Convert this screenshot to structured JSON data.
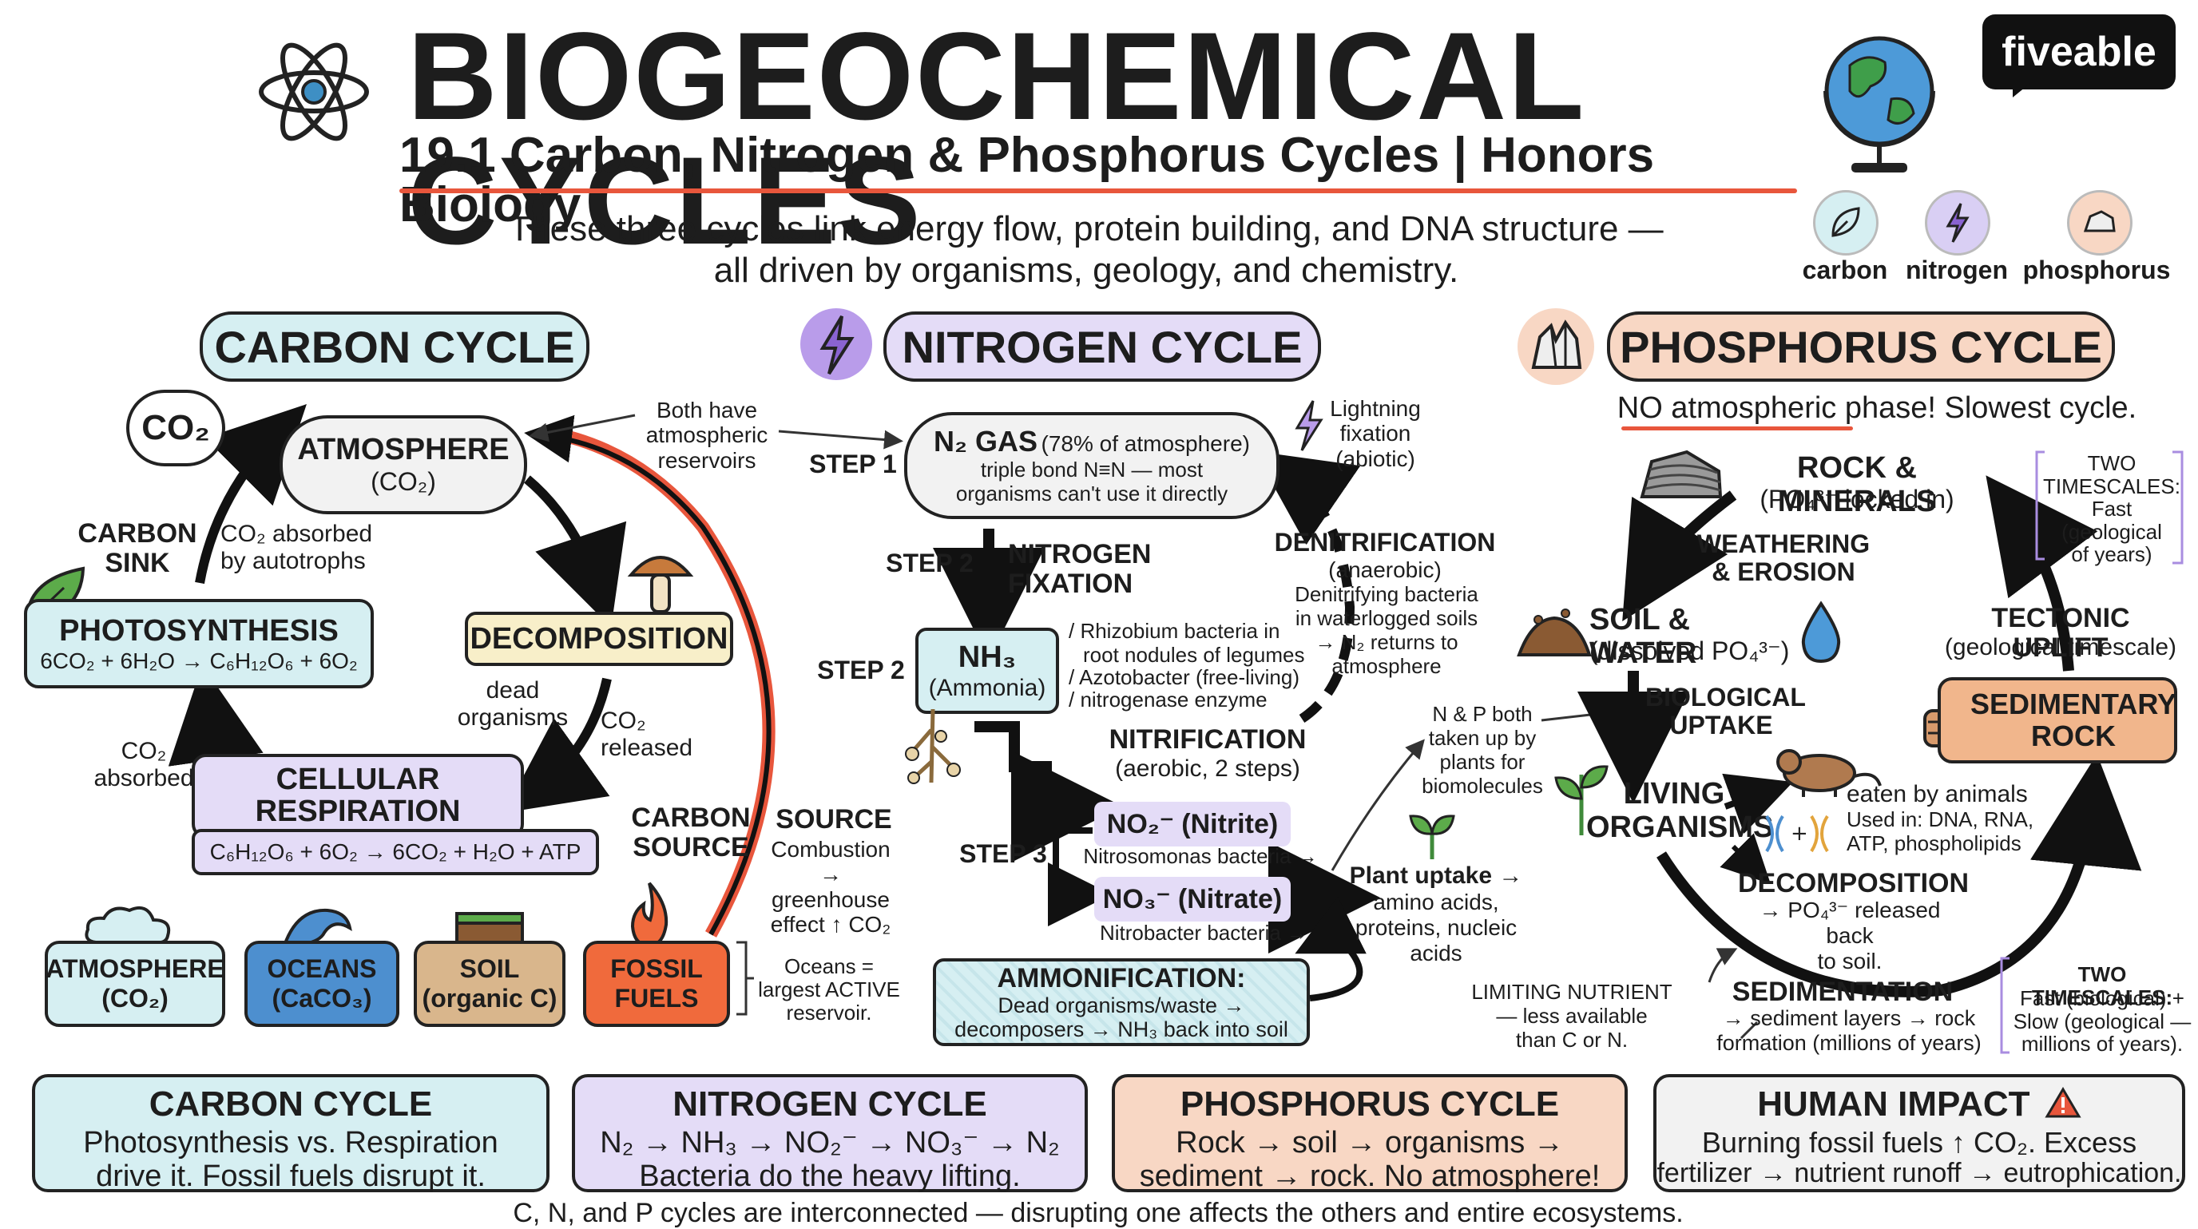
{
  "header": {
    "title": "BIOGEOCHEMICAL CYCLES",
    "subtitle": "19.1 Carbon, Nitrogen & Phosphorus Cycles | Honors Biology",
    "intro_line1": "These three cycles link energy flow, protein building, and DNA structure —",
    "intro_line2": "all driven by organisms, geology, and chemistry.",
    "brand": "fiveable"
  },
  "legend": {
    "carbon": "carbon",
    "nitrogen": "nitrogen",
    "phosphorus": "phosphorus"
  },
  "colors": {
    "carbon": "#d6eff2",
    "nitrogen": "#e4dcf7",
    "phosphorus": "#f8d7c4",
    "sediment": "#f1b68c",
    "soil": "#d9b68c",
    "oceans": "#4d8fcf",
    "fossil": "#f06a3c",
    "accent_red": "#e8563c",
    "decomp_yellow": "#f8efc9"
  },
  "carbon": {
    "title": "CARBON CYCLE",
    "co2_bubble": "CO₂",
    "atmosphere": "ATMOSPHERE",
    "atmosphere_sub": "(CO₂)",
    "carbon_sink": "CARBON\nSINK",
    "co2_absorbed_autotrophs": "CO₂ absorbed\nby autotrophs",
    "photosynthesis": "PHOTOSYNTHESIS",
    "photosynthesis_eq": "6CO₂ + 6H₂O → C₆H₁₂O₆ + 6O₂",
    "decomposition": "DECOMPOSITION",
    "dead_organisms": "dead\norganisms",
    "co2_released": "CO₂\nreleased",
    "co2_absorbed": "CO₂\nabsorbed",
    "respiration": "CELLULAR\nRESPIRATION",
    "respiration_eq": "C₆H₁₂O₆ + 6O₂ → 6CO₂ + H₂O + ATP",
    "carbon_source": "CARBON\nSOURCE",
    "source": "SOURCE",
    "source_detail": "Combustion\n→ greenhouse\neffect ↑ CO₂",
    "reservoirs": [
      {
        "label": "ATMOSPHERE\n(CO₂)"
      },
      {
        "label": "OCEANS\n(CaCO₃)"
      },
      {
        "label": "SOIL\n(organic C)"
      },
      {
        "label": "FOSSIL\nFUELS"
      }
    ],
    "oceans_note": "Oceans =\nlargest ACTIVE\nreservoir."
  },
  "shared_note": "Both have\natmospheric\nreservoirs",
  "nitrogen": {
    "title": "NITROGEN CYCLE",
    "step1": "STEP 1",
    "n2_gas": "N₂ GAS",
    "n2_pct": "(78% of atmosphere)",
    "n2_detail": "triple bond N≡N — most\norganisms can't use it directly",
    "lightning": "Lightning\nfixation\n(abiotic)",
    "step2a": "STEP 2",
    "fixation": "NITROGEN\nFIXATION",
    "step2b": "STEP 2",
    "nh3": "NH₃",
    "nh3_sub": "(Ammonia)",
    "fix_detail_1": "/ Rhizobium bacteria in",
    "fix_detail_2": "root nodules of legumes",
    "fix_detail_3": "/ Azotobacter (free-living)",
    "fix_detail_4": "/ nitrogenase enzyme",
    "denitrification": "DENITRIFICATION",
    "denit_sub": "(anaerobic)",
    "denit_detail": "Denitrifying bacteria\nin waterlogged soils\n→ N₂ returns to\natmosphere",
    "nitrification": "NITRIFICATION",
    "nitrif_sub": "(aerobic, 2 steps)",
    "step3": "STEP 3",
    "no2": "NO₂⁻ (Nitrite)",
    "no2_bact": "Nitrosomonas bacteria →",
    "no3": "NO₃⁻ (Nitrate)",
    "no3_bact": "Nitrobacter bacteria →",
    "plant_uptake": "Plant uptake →",
    "plant_detail": "amino acids,\nproteins, nucleic\nacids",
    "np_note": "N & P both\ntaken up by\nplants for\nbiomolecules",
    "ammonification": "AMMONIFICATION:",
    "ammon_detail": "Dead organisms/waste →\ndecomposers → NH₃ back into soil"
  },
  "phosphorus": {
    "title": "PHOSPHORUS CYCLE",
    "no_atm": "NO atmospheric phase! Slowest cycle.",
    "rock": "ROCK & MINERALS",
    "rock_sub": "(PO₄³⁻ locked in)",
    "weathering": "WEATHERING\n& EROSION",
    "soil_water": "SOIL & WATER",
    "soil_sub": "(dissolved PO₄³⁻)",
    "bio_uptake": "BIOLOGICAL\nUPTAKE",
    "living": "LIVING\nORGANISMS",
    "eaten": "eaten by animals",
    "used_in": "Used in: DNA, RNA,\nATP, phospholipids",
    "decomposition": "DECOMPOSITION",
    "decomp_detail": "→ PO₄³⁻ released back\nto soil.",
    "sedimentation": "SEDIMENTATION",
    "sed_detail": "→ sediment layers → rock\nformation (millions of years)",
    "limiting": "LIMITING NUTRIENT\n— less available\nthan C or N.",
    "tectonic": "TECTONIC UPLIFT",
    "tectonic_sub": "(geological timescale)",
    "sed_rock": "SEDIMENTARY\nROCK",
    "two_ts_top": "TWO\nTIMESCALES:\nFast\n(geological\nof years)",
    "two_ts_bottom_title": "TWO TIMESCALES:",
    "two_ts_bottom": "Fast (biological) +\nSlow (geological —\nmillions of years)."
  },
  "summary": [
    {
      "title": "CARBON CYCLE",
      "line1": "Photosynthesis vs. Respiration",
      "line2": "drive it. Fossil fuels disrupt it."
    },
    {
      "title": "NITROGEN CYCLE",
      "line1": "N₂ → NH₃ → NO₂⁻ → NO₃⁻ → N₂",
      "line2": "Bacteria do the heavy lifting."
    },
    {
      "title": "PHOSPHORUS CYCLE",
      "line1": "Rock → soil → organisms →",
      "line2": "sediment → rock. No atmosphere!"
    },
    {
      "title": "HUMAN IMPACT",
      "line1": "Burning fossil fuels ↑ CO₂. Excess",
      "line2": "fertilizer → nutrient runoff → eutrophication."
    }
  ],
  "footer": "C, N, and P cycles are interconnected — disrupting one affects the others and entire ecosystems."
}
